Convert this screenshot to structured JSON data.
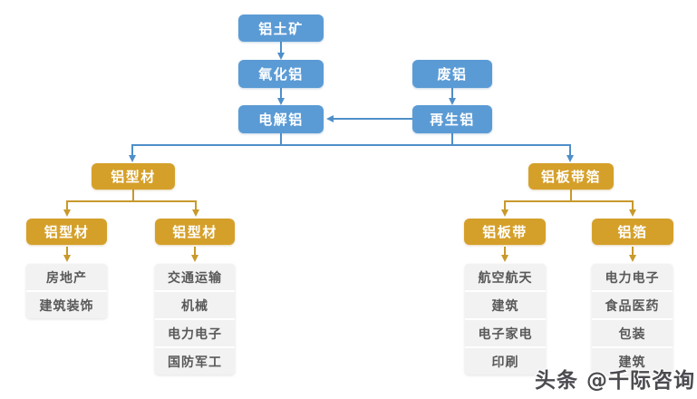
{
  "flow": {
    "bauxite": "铝土矿",
    "alumina": "氧化铝",
    "electrolytic_aluminum": "电解铝",
    "scrap_aluminum": "废铝",
    "recycled_aluminum": "再生铝",
    "profiles_group": "铝型材",
    "sheet_strip_foil_group": "铝板带箔",
    "profiles_child_left": "铝型材",
    "profiles_child_right": "铝型材",
    "sheet_strip": "铝板带",
    "foil": "铝箔"
  },
  "applications": {
    "profiles_left": [
      "房地产",
      "建筑装饰"
    ],
    "profiles_right": [
      "交通运输",
      "机械",
      "电力电子",
      "国防军工"
    ],
    "sheet_strip": [
      "航空航天",
      "建筑",
      "电子家电",
      "印刷"
    ],
    "foil": [
      "电力电子",
      "食品医药",
      "包装",
      "建筑"
    ]
  },
  "watermark": {
    "text": "头条 @千际咨询"
  },
  "colors": {
    "box_blue": "#5B9BD5",
    "box_gold": "#D5A02A",
    "connector_blue": "#4F8FC9",
    "connector_gold": "#C9992B",
    "list_background": "#F2F2F3",
    "list_text": "#595959",
    "watermark_text": "#4B4B50"
  }
}
